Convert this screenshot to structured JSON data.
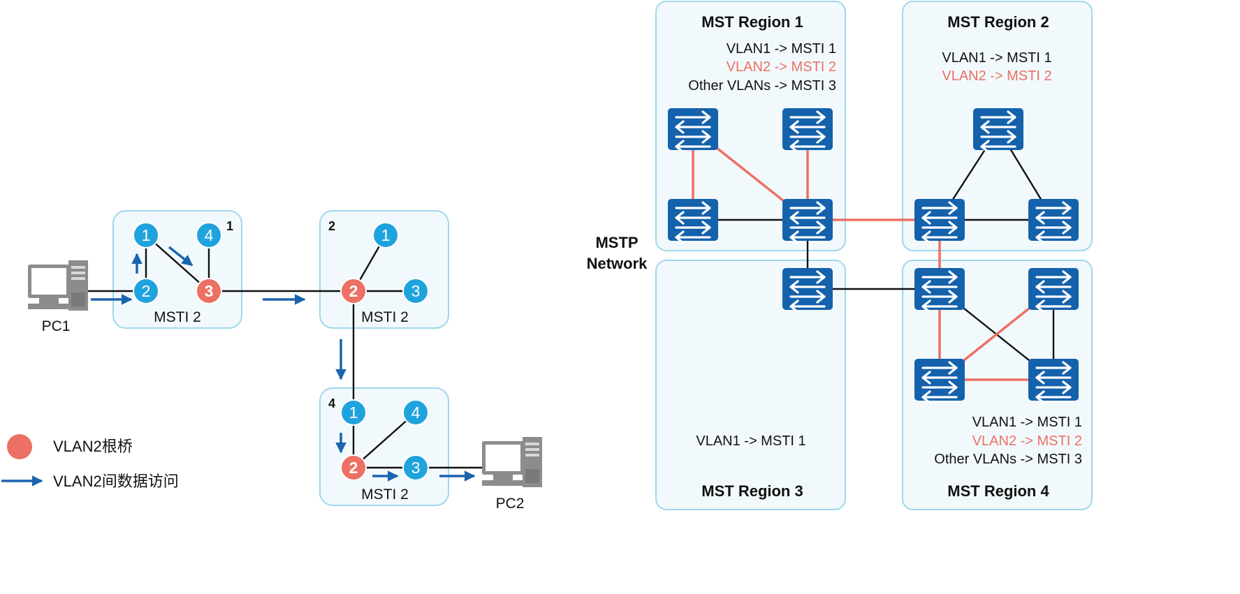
{
  "colors": {
    "accent_red": "#ec7063",
    "node_blue": "#1fa3dc",
    "switch_blue": "#1461ac",
    "arrow_blue": "#1b64ae",
    "box_fill": "#f2f9fc",
    "box_border": "#9fd7ec",
    "pc_gray": "#8c8c8c"
  },
  "left": {
    "pc1_label": "PC1",
    "pc2_label": "PC2",
    "boxes": [
      {
        "id": "1",
        "label": "MSTI 2",
        "nodes": [
          "1",
          "4",
          "2",
          "3"
        ]
      },
      {
        "id": "2",
        "label": "MSTI 2",
        "nodes": [
          "1",
          "2",
          "3"
        ]
      },
      {
        "id": "4",
        "label": "MSTI 2",
        "nodes": [
          "1",
          "4",
          "2",
          "3"
        ]
      }
    ]
  },
  "legend": {
    "root_bridge": "VLAN2根桥",
    "data_access": "VLAN2间数据访问"
  },
  "right": {
    "network_label_line1": "MSTP",
    "network_label_line2": "Network",
    "region1": {
      "title": "MST Region 1",
      "map": [
        "VLAN1 -> MSTI 1",
        "VLAN2 -> MSTI 2",
        "Other VLANs -> MSTI 3"
      ]
    },
    "region2": {
      "title": "MST Region 2",
      "map": [
        "VLAN1 -> MSTI 1",
        "VLAN2 -> MSTI 2"
      ]
    },
    "region3": {
      "title": "MST Region 3",
      "map": [
        "VLAN1 -> MSTI 1"
      ]
    },
    "region4": {
      "title": "MST Region 4",
      "map": [
        "VLAN1 -> MSTI 1",
        "VLAN2 -> MSTI 2",
        "Other VLANs -> MSTI 3"
      ]
    }
  }
}
